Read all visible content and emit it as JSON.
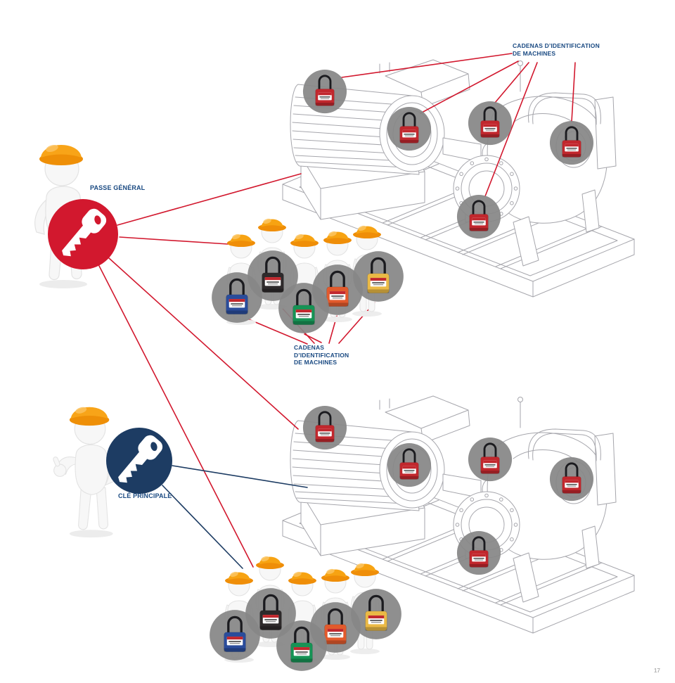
{
  "page": {
    "number": "17"
  },
  "labels": {
    "master_key": "PASSE GÉNÉRAL",
    "principal_key": "CLÉ PRINCIPALE",
    "machine_locks_top": {
      "line1": "CADENAS D’IDENTIFICATION",
      "line2": "DE MACHINES"
    },
    "machine_locks_middle": {
      "line1": "CADENAS",
      "line2": "D’IDENTIFICATION",
      "line3": "DE MACHINES"
    }
  },
  "colors": {
    "red_accent": "#d2182e",
    "navy_accent": "#1d3c63",
    "label_text": "#1a4a82",
    "sketch_stroke": "#a6a6ac",
    "lock_circle_gray": "#868686"
  },
  "padlock_colors": {
    "machine": "#c1272d",
    "workers": [
      "#2a4c9b",
      "#2e2a2b",
      "#169355",
      "#e25a2c",
      "#eab945"
    ]
  },
  "figures": {
    "workers_per_group": 5,
    "locks_per_machine": 5,
    "machines": 2,
    "worker_groups": 2
  }
}
